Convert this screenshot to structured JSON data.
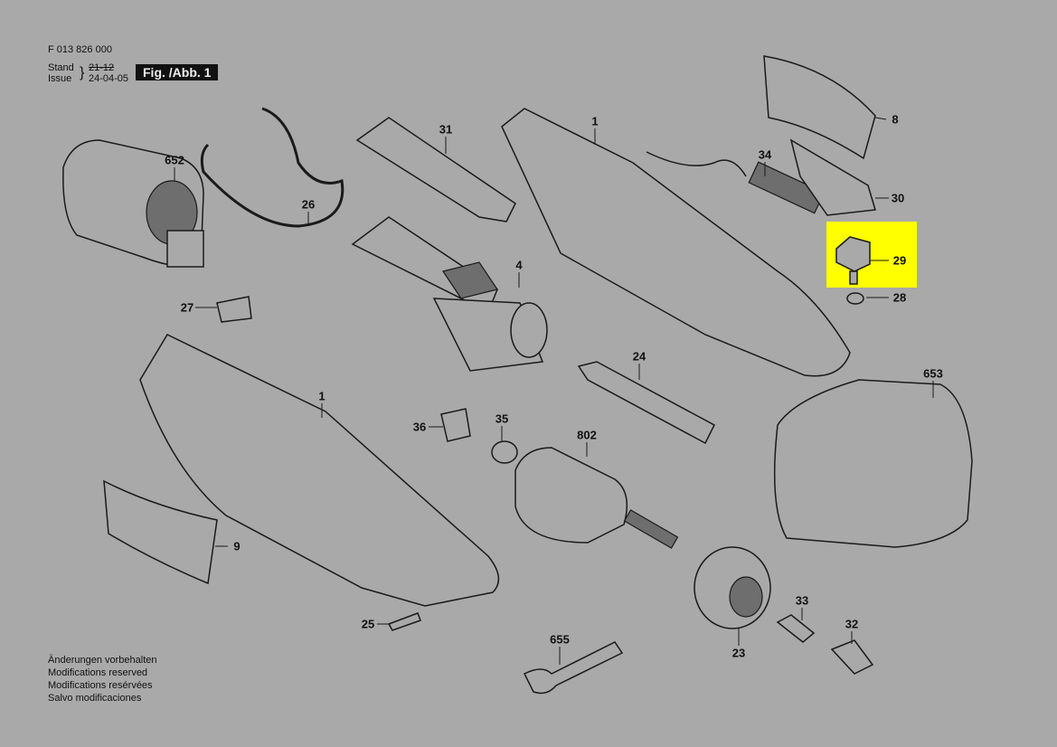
{
  "header": {
    "doc_number": "F 013 826 000",
    "stand_label": "Stand",
    "stand_value": "21-12",
    "issue_label": "Issue",
    "issue_value": "24-04-05",
    "figure_label": "Fig. /Abb. 1"
  },
  "footer": [
    "Änderungen vorbehalten",
    "Modifications reserved",
    "Modifications resérvées",
    "Salvo modificaciones"
  ],
  "parts": [
    {
      "id": "652"
    },
    {
      "id": "26"
    },
    {
      "id": "27"
    },
    {
      "id": "31"
    },
    {
      "id": "4"
    },
    {
      "id": "1"
    },
    {
      "id": "34"
    },
    {
      "id": "8"
    },
    {
      "id": "30"
    },
    {
      "id": "29",
      "highlighted": true
    },
    {
      "id": "28"
    },
    {
      "id": "1"
    },
    {
      "id": "24"
    },
    {
      "id": "36"
    },
    {
      "id": "35"
    },
    {
      "id": "802"
    },
    {
      "id": "653"
    },
    {
      "id": "9"
    },
    {
      "id": "33"
    },
    {
      "id": "32"
    },
    {
      "id": "25"
    },
    {
      "id": "655"
    },
    {
      "id": "23"
    }
  ],
  "colors": {
    "background": "#a9a9a9",
    "highlight": "#ffff00"
  }
}
